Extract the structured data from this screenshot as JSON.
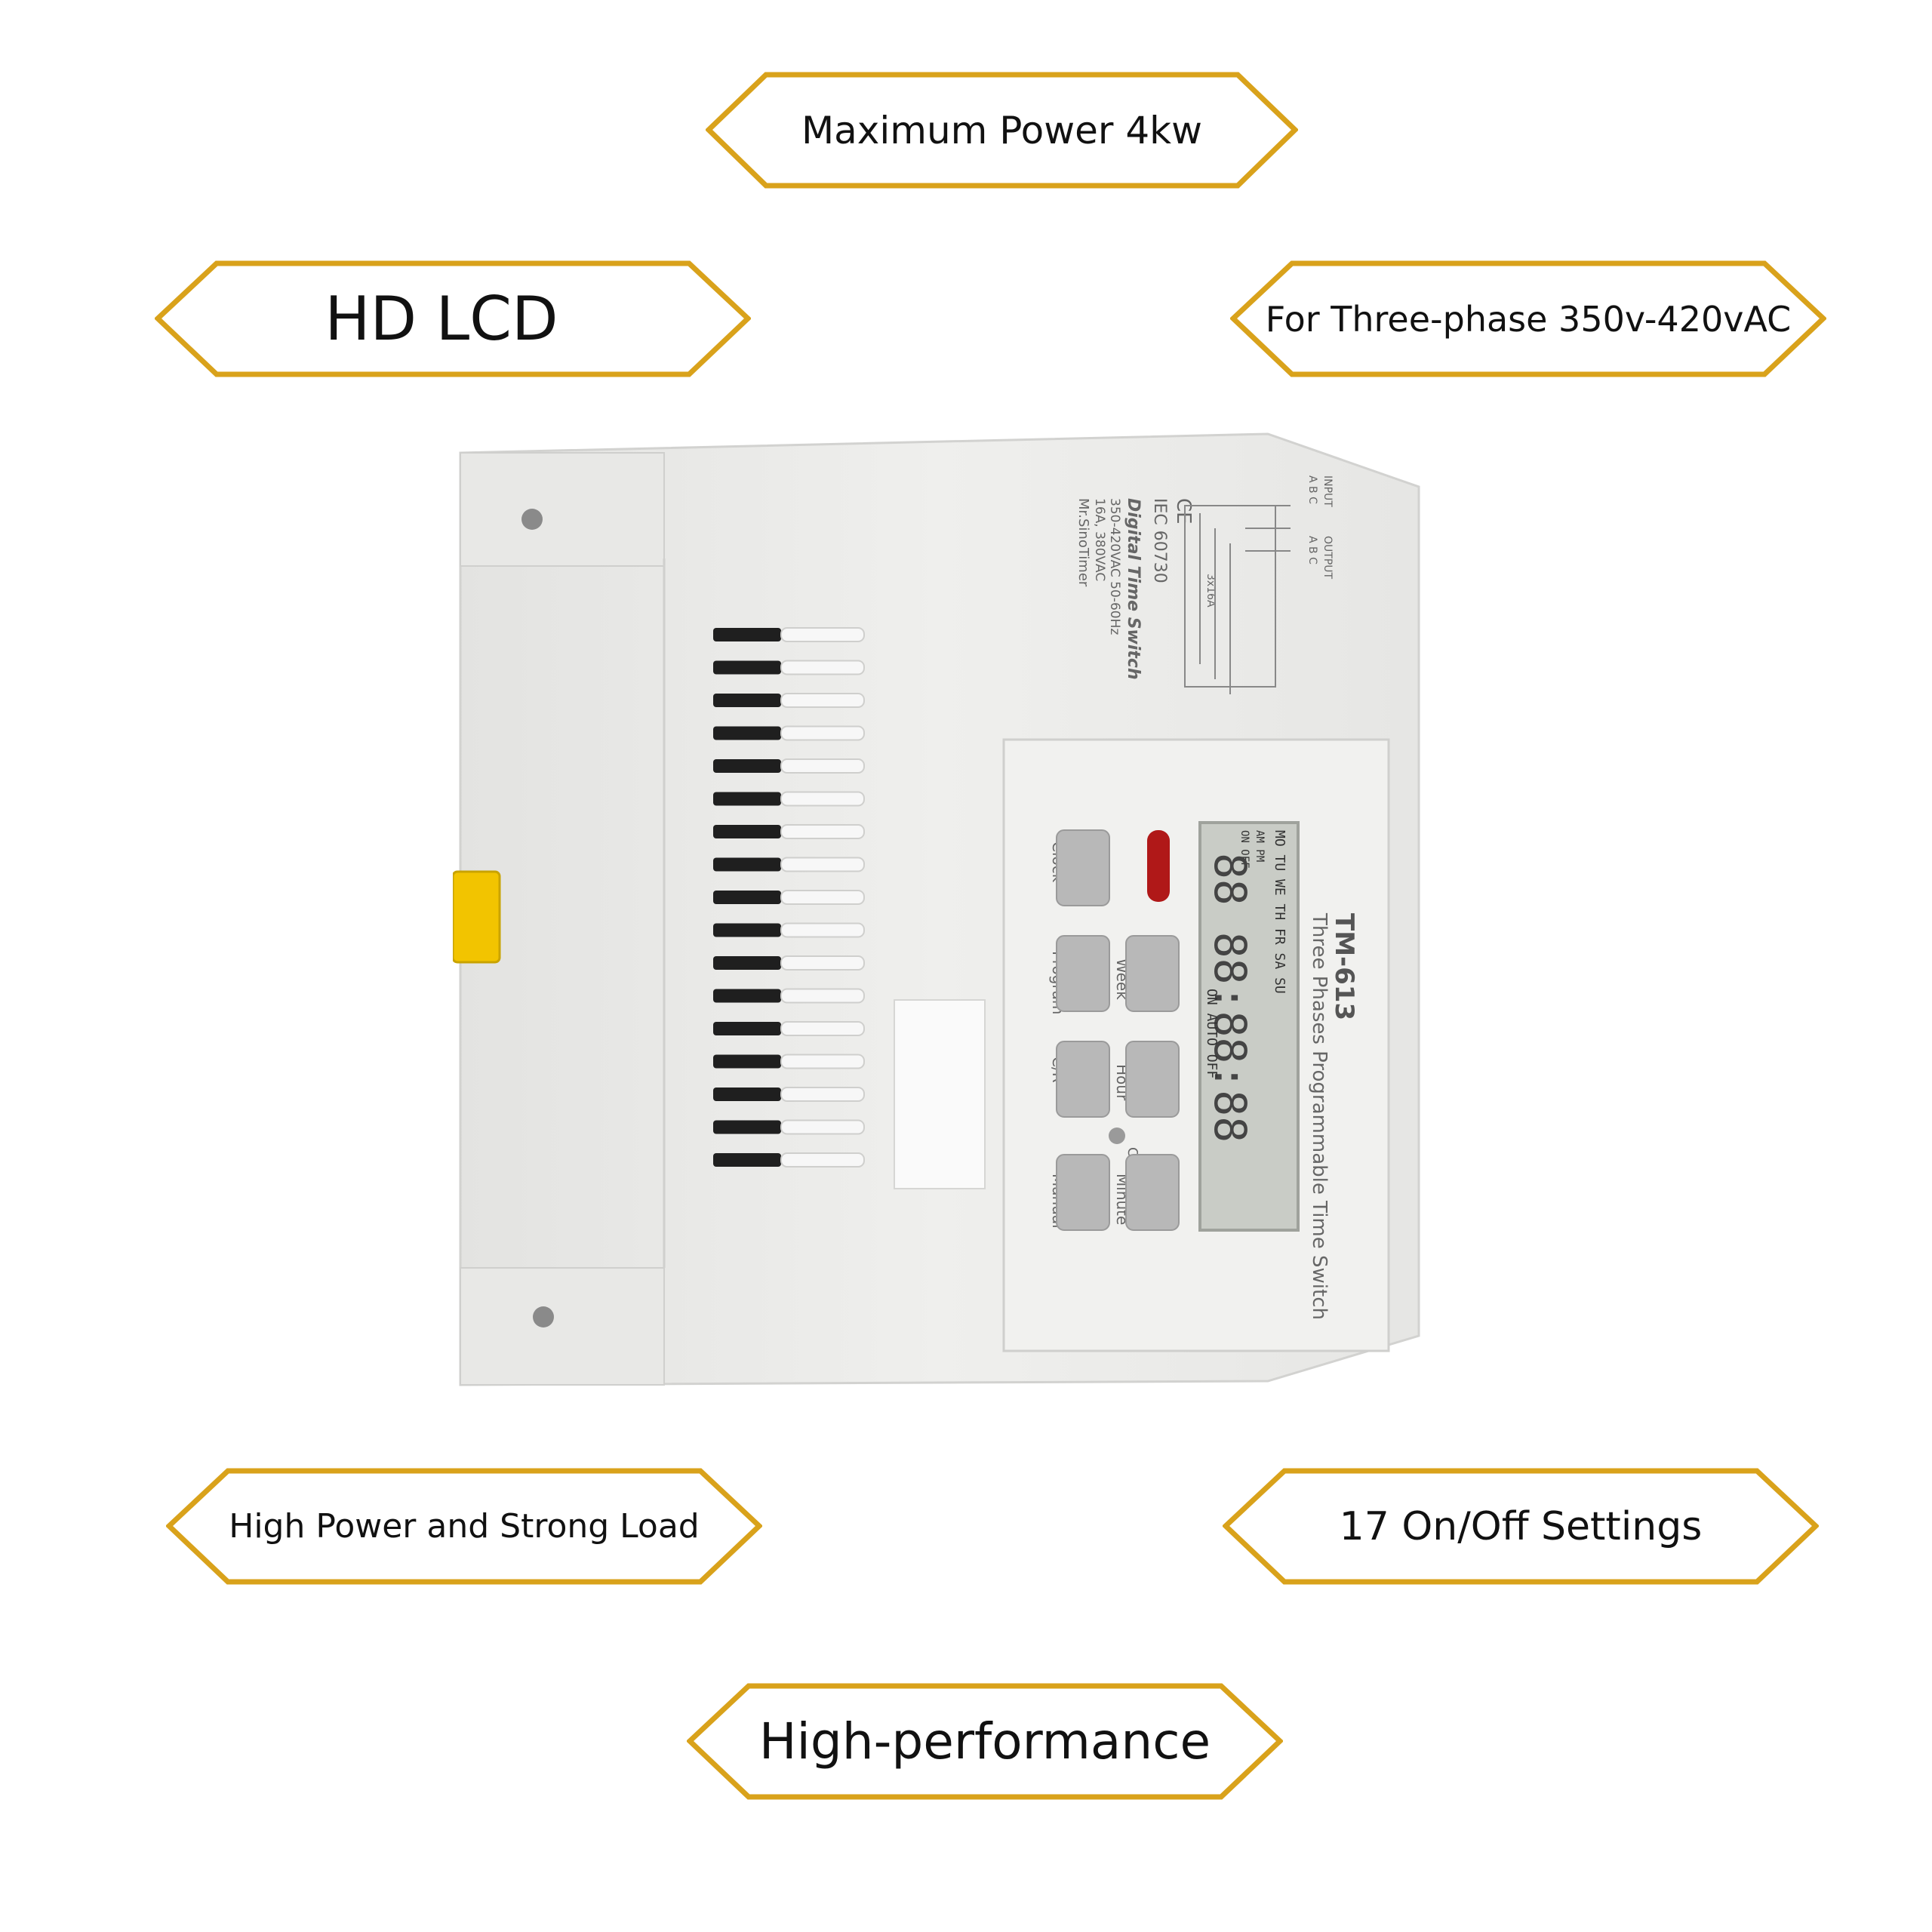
{
  "badges": {
    "max_power": "Maximum Power 4kw",
    "hd_lcd": "HD LCD",
    "three_phase": "For Three-phase 350v-420vAC",
    "high_power": "High Power and Strong Load",
    "settings": "17 On/Off Settings",
    "performance": "High-performance"
  },
  "device": {
    "model": "TM-613",
    "subtitle": "Three Phases Programmable Time Switch",
    "label_ce": "CE",
    "label_iec": "IEC 60730",
    "label_type": "Digital Time Switch",
    "label_voltage": "350-420VAC   50-60Hz",
    "label_current": "16A, 380VAC",
    "label_maker": "Mr.SinoTimer",
    "wiring_input": "INPUT",
    "wiring_output": "OUTPUT",
    "wiring_abc_in": "A  B  C",
    "wiring_abc_out": "A  B  C",
    "wiring_rating": "3x16A",
    "btn_clock": "Clock",
    "btn_program": "Program",
    "btn_week": "Week",
    "btn_cr": "C/R",
    "btn_hour": "Hour",
    "btn_manual": "Manual",
    "btn_minute": "Minute",
    "reset_label": "C",
    "lcd_days": "MO TU WE TH FR SA SU",
    "lcd_ampm": "AM PM",
    "lcd_onoff": "ON OFF",
    "lcd_modes": "ON  AUTO  OFF",
    "lcd_digits": "88  88:88:88"
  },
  "colors": {
    "badge_border": "#d9a21b",
    "device_body": "#eeeeec",
    "yellow_clip": "#f2c400",
    "lcd_bg": "#c9ccc6",
    "button_gray": "#b8b8b8",
    "led_red": "#b01818"
  }
}
